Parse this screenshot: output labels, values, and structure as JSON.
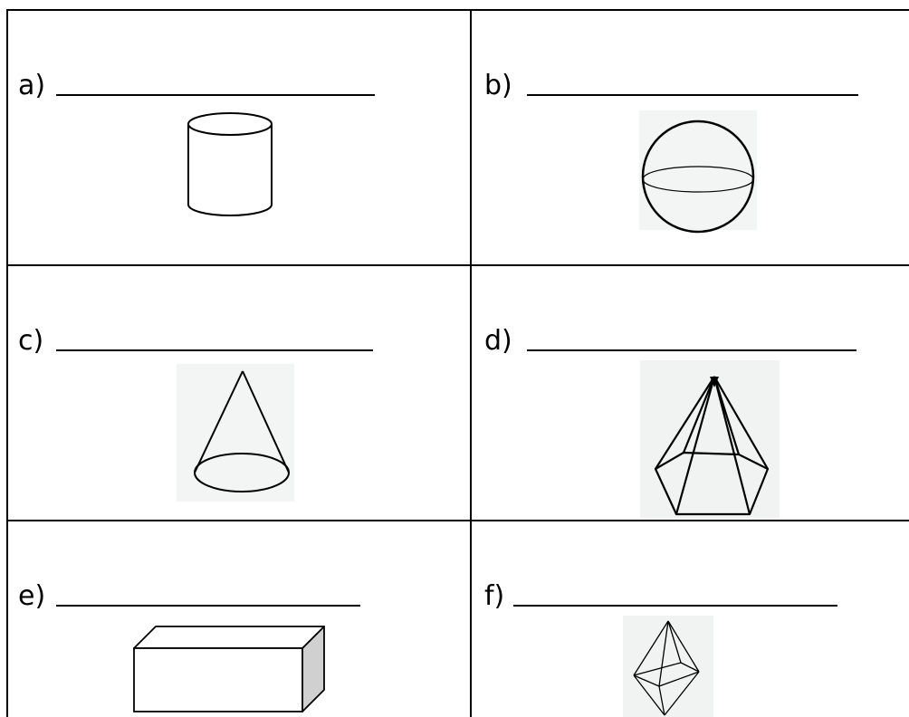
{
  "worksheet": {
    "cells": [
      {
        "label": "a)",
        "shape": "cylinder-icon"
      },
      {
        "label": "b)",
        "shape": "sphere-icon"
      },
      {
        "label": "c)",
        "shape": "cone-icon"
      },
      {
        "label": "d)",
        "shape": "pentagonal-pyramid-icon"
      },
      {
        "label": "e)",
        "shape": "rectangular-prism-icon"
      },
      {
        "label": "f)",
        "shape": "octahedron-icon"
      }
    ]
  },
  "colors": {
    "lines": "#000000",
    "prism_side": "#d0d0d0",
    "scan_background": "#f1f2f2"
  }
}
